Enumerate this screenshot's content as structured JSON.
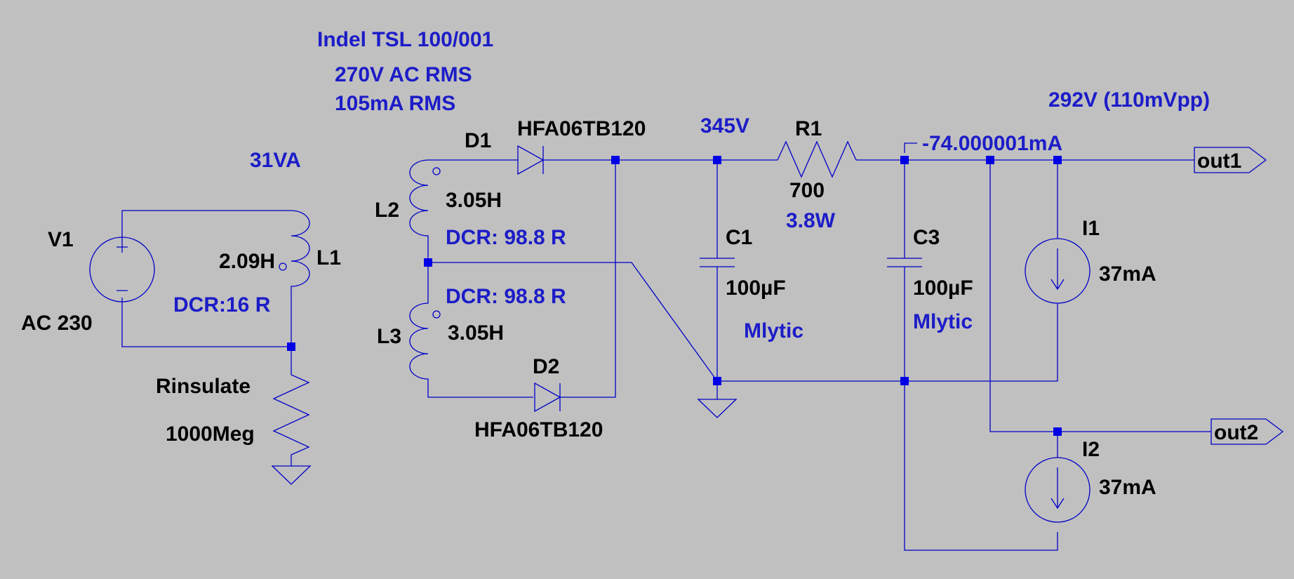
{
  "colors": {
    "background": "#c0c0c0",
    "wire": "#0000c8",
    "annotation": "#1c1cc8",
    "label": "#000000"
  },
  "annotations": {
    "transformer": "Indel TSL 100/001",
    "secondary_voltage": "270V AC RMS",
    "secondary_current": "105mA RMS",
    "power": "31VA",
    "node_voltage": "345V",
    "output_voltage": "292V (110mVpp)",
    "current_probe": "-74.000001mA",
    "r1_power": "3.8W",
    "dcr_l1": "DCR:16 R",
    "dcr_l2": "DCR: 98.8 R",
    "dcr_l3": "DCR: 98.8 R",
    "c1_type": "Mlytic",
    "c3_type": "Mlytic"
  },
  "components": {
    "v1": {
      "name": "V1",
      "value": "AC 230"
    },
    "l1": {
      "name": "L1",
      "value": "2.09H"
    },
    "l2": {
      "name": "L2",
      "value": "3.05H"
    },
    "l3": {
      "name": "L3",
      "value": "3.05H"
    },
    "d1": {
      "name": "D1",
      "value": "HFA06TB120"
    },
    "d2": {
      "name": "D2",
      "value": "HFA06TB120"
    },
    "r1": {
      "name": "R1",
      "value": "700"
    },
    "rins": {
      "name": "Rinsulate",
      "value": "1000Meg"
    },
    "c1": {
      "name": "C1",
      "value": "100µF"
    },
    "c3": {
      "name": "C3",
      "value": "100µF"
    },
    "i1": {
      "name": "I1",
      "value": "37mA"
    },
    "i2": {
      "name": "I2",
      "value": "37mA"
    }
  },
  "ports": {
    "out1": "out1",
    "out2": "out2"
  }
}
